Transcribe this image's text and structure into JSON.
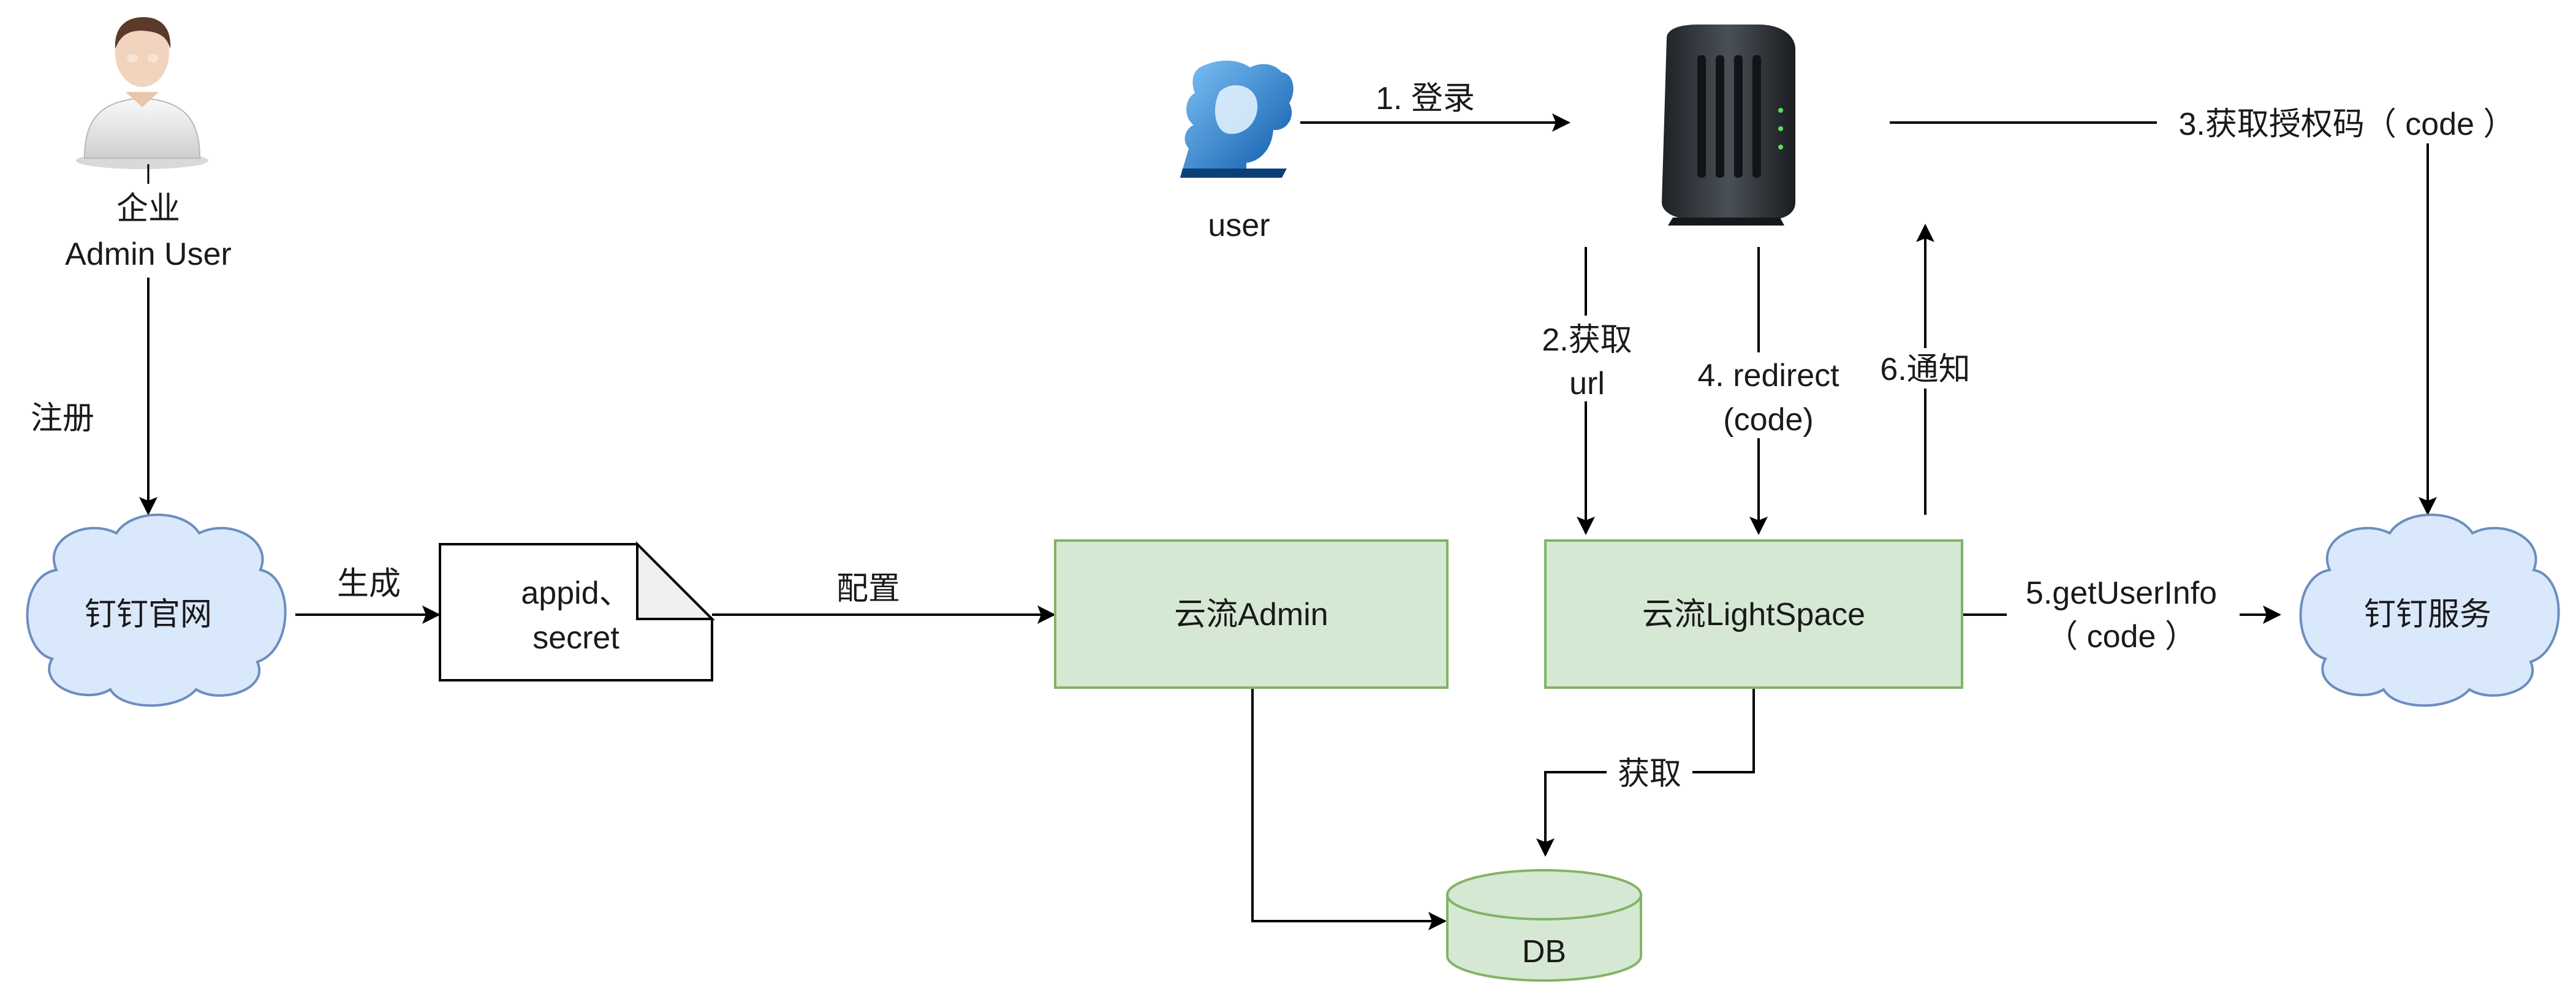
{
  "colors": {
    "green_fill": "#d5e8d4",
    "green_stroke": "#82b366",
    "cloud_fill": "#dae8fc",
    "cloud_stroke": "#6c8ebf",
    "line": "#000000"
  },
  "nodes": {
    "admin_user": {
      "icon": "person-icon",
      "label_line1": "企业",
      "label_line2": "Admin User"
    },
    "dingtalk_site": {
      "label": "钉钉官网"
    },
    "appid_doc": {
      "label_line1": "appid、",
      "label_line2": "secret"
    },
    "yunliu_admin": {
      "label": "云流Admin"
    },
    "yunliu_lightspace": {
      "label": "云流LightSpace"
    },
    "dingtalk_service": {
      "label": "钉钉服务"
    },
    "db": {
      "label": "DB"
    },
    "user": {
      "icon": "user-icon",
      "label": "user"
    },
    "device": {
      "icon": "modem-icon"
    }
  },
  "edges": {
    "register": "注册",
    "generate": "生成",
    "configure": "配置",
    "login": "1. 登录",
    "get_url_line1": "2.获取",
    "get_url_line2": "url",
    "get_auth_code": "3.获取授权码（ code ）",
    "redirect_line1": "4. redirect",
    "redirect_line2": "(code)",
    "get_user_info_line1": "5.getUserInfo",
    "get_user_info_line2": "（ code ）",
    "notify": "6.通知",
    "fetch": "获取"
  }
}
